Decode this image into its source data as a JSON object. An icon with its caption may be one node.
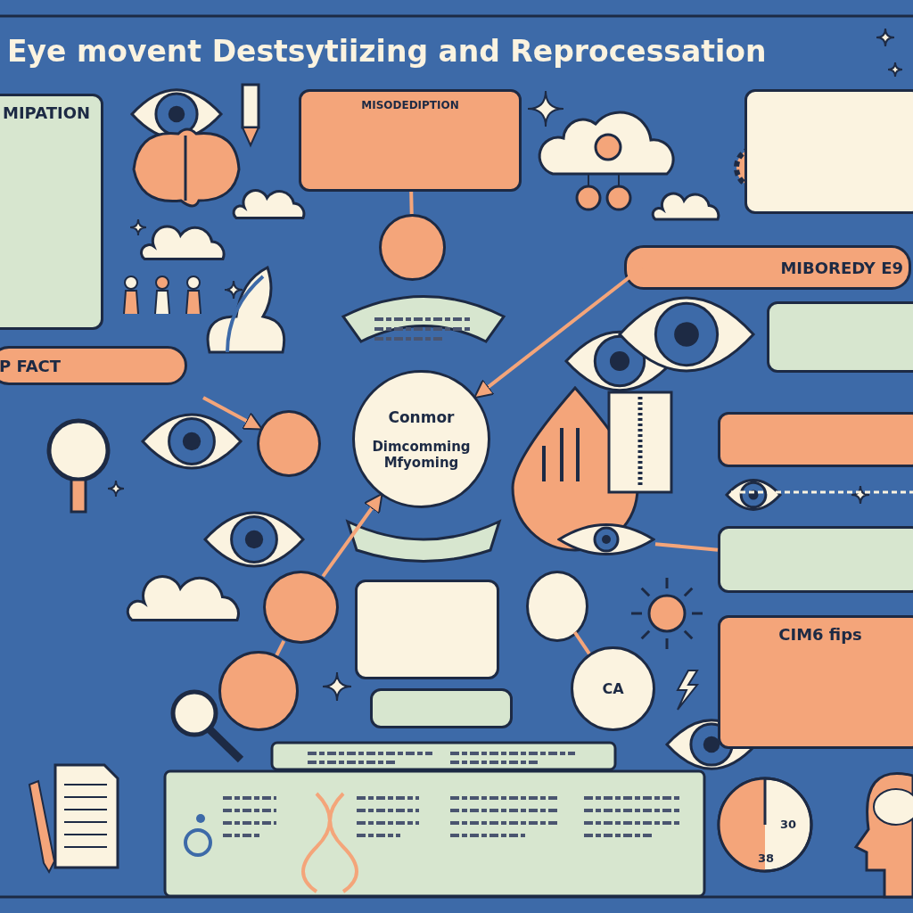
{
  "diagram": {
    "title": "Eye movent Destsytiizing and Reprocessation",
    "nodes": [
      {
        "text": [
          "MIPATION"
        ]
      },
      {
        "text": [
          "MISODEDIPTION"
        ]
      },
      {
        "text": [],
        "shape": "box"
      },
      {
        "text": [
          "MIBOREDY E9"
        ]
      },
      {
        "text": [],
        "shape": "box"
      },
      {
        "text": [
          "P FACT"
        ]
      },
      {
        "text": [
          "Conmor",
          "Dimcomming Mfyoming"
        ]
      },
      {
        "text": [],
        "shape": "box"
      },
      {
        "text": [],
        "shape": "box"
      },
      {
        "text": [],
        "shape": "box"
      },
      {
        "text": [],
        "shape": "box"
      },
      {
        "text": [
          "CIM6 fips"
        ]
      },
      {
        "text": [
          "CA"
        ]
      },
      {
        "text": [],
        "shape": "circle"
      },
      {
        "text": [],
        "shape": "circle"
      },
      {
        "text": [],
        "shape": "circle"
      },
      {
        "text": [],
        "shape": "circle"
      },
      {
        "text": [],
        "shape": "circle"
      },
      {
        "text": [],
        "shape": "picture"
      }
    ],
    "edges": [
      {
        "from": 1,
        "to": 16,
        "arrow": "none"
      },
      {
        "from": null,
        "to": 17,
        "arrow": "to"
      },
      {
        "from": 3,
        "to": 6,
        "arrow": "to"
      },
      {
        "from": 15,
        "to": 6,
        "arrow": "to"
      },
      {
        "from": 13,
        "to": 12,
        "arrow": "none"
      },
      {
        "from": 14,
        "to": 15,
        "arrow": "none"
      },
      {
        "from": 18,
        "to": 8,
        "arrow": "none"
      }
    ],
    "labels": [
      "30",
      "38"
    ]
  }
}
